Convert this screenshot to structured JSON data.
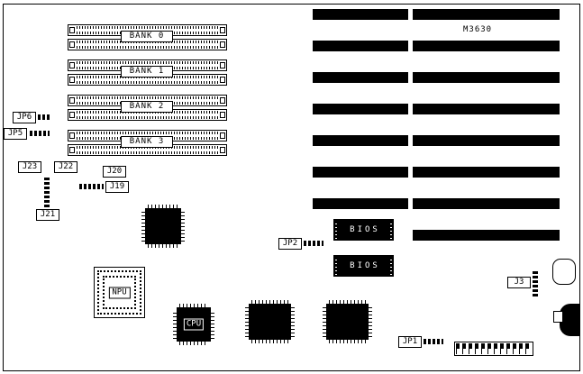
{
  "board": {
    "model": "M3630"
  },
  "memory": {
    "banks": [
      {
        "label": "BANK 0"
      },
      {
        "label": "BANK 1"
      },
      {
        "label": "BANK 2"
      },
      {
        "label": "BANK 3"
      }
    ]
  },
  "chips": {
    "npu": "NPU",
    "cpu": "CPU",
    "bios_top": "BIOS",
    "bios_bottom": "BIOS"
  },
  "jumpers": {
    "jp6": "JP6",
    "jp5": "JP5",
    "j23": "J23",
    "j22": "J22",
    "j21": "J21",
    "j20": "J20",
    "j19": "J19",
    "jp2": "JP2",
    "jp1": "JP1",
    "j3": "J3"
  },
  "colors": {
    "line": "#000000",
    "fill": "#000000",
    "background": "#ffffff"
  }
}
